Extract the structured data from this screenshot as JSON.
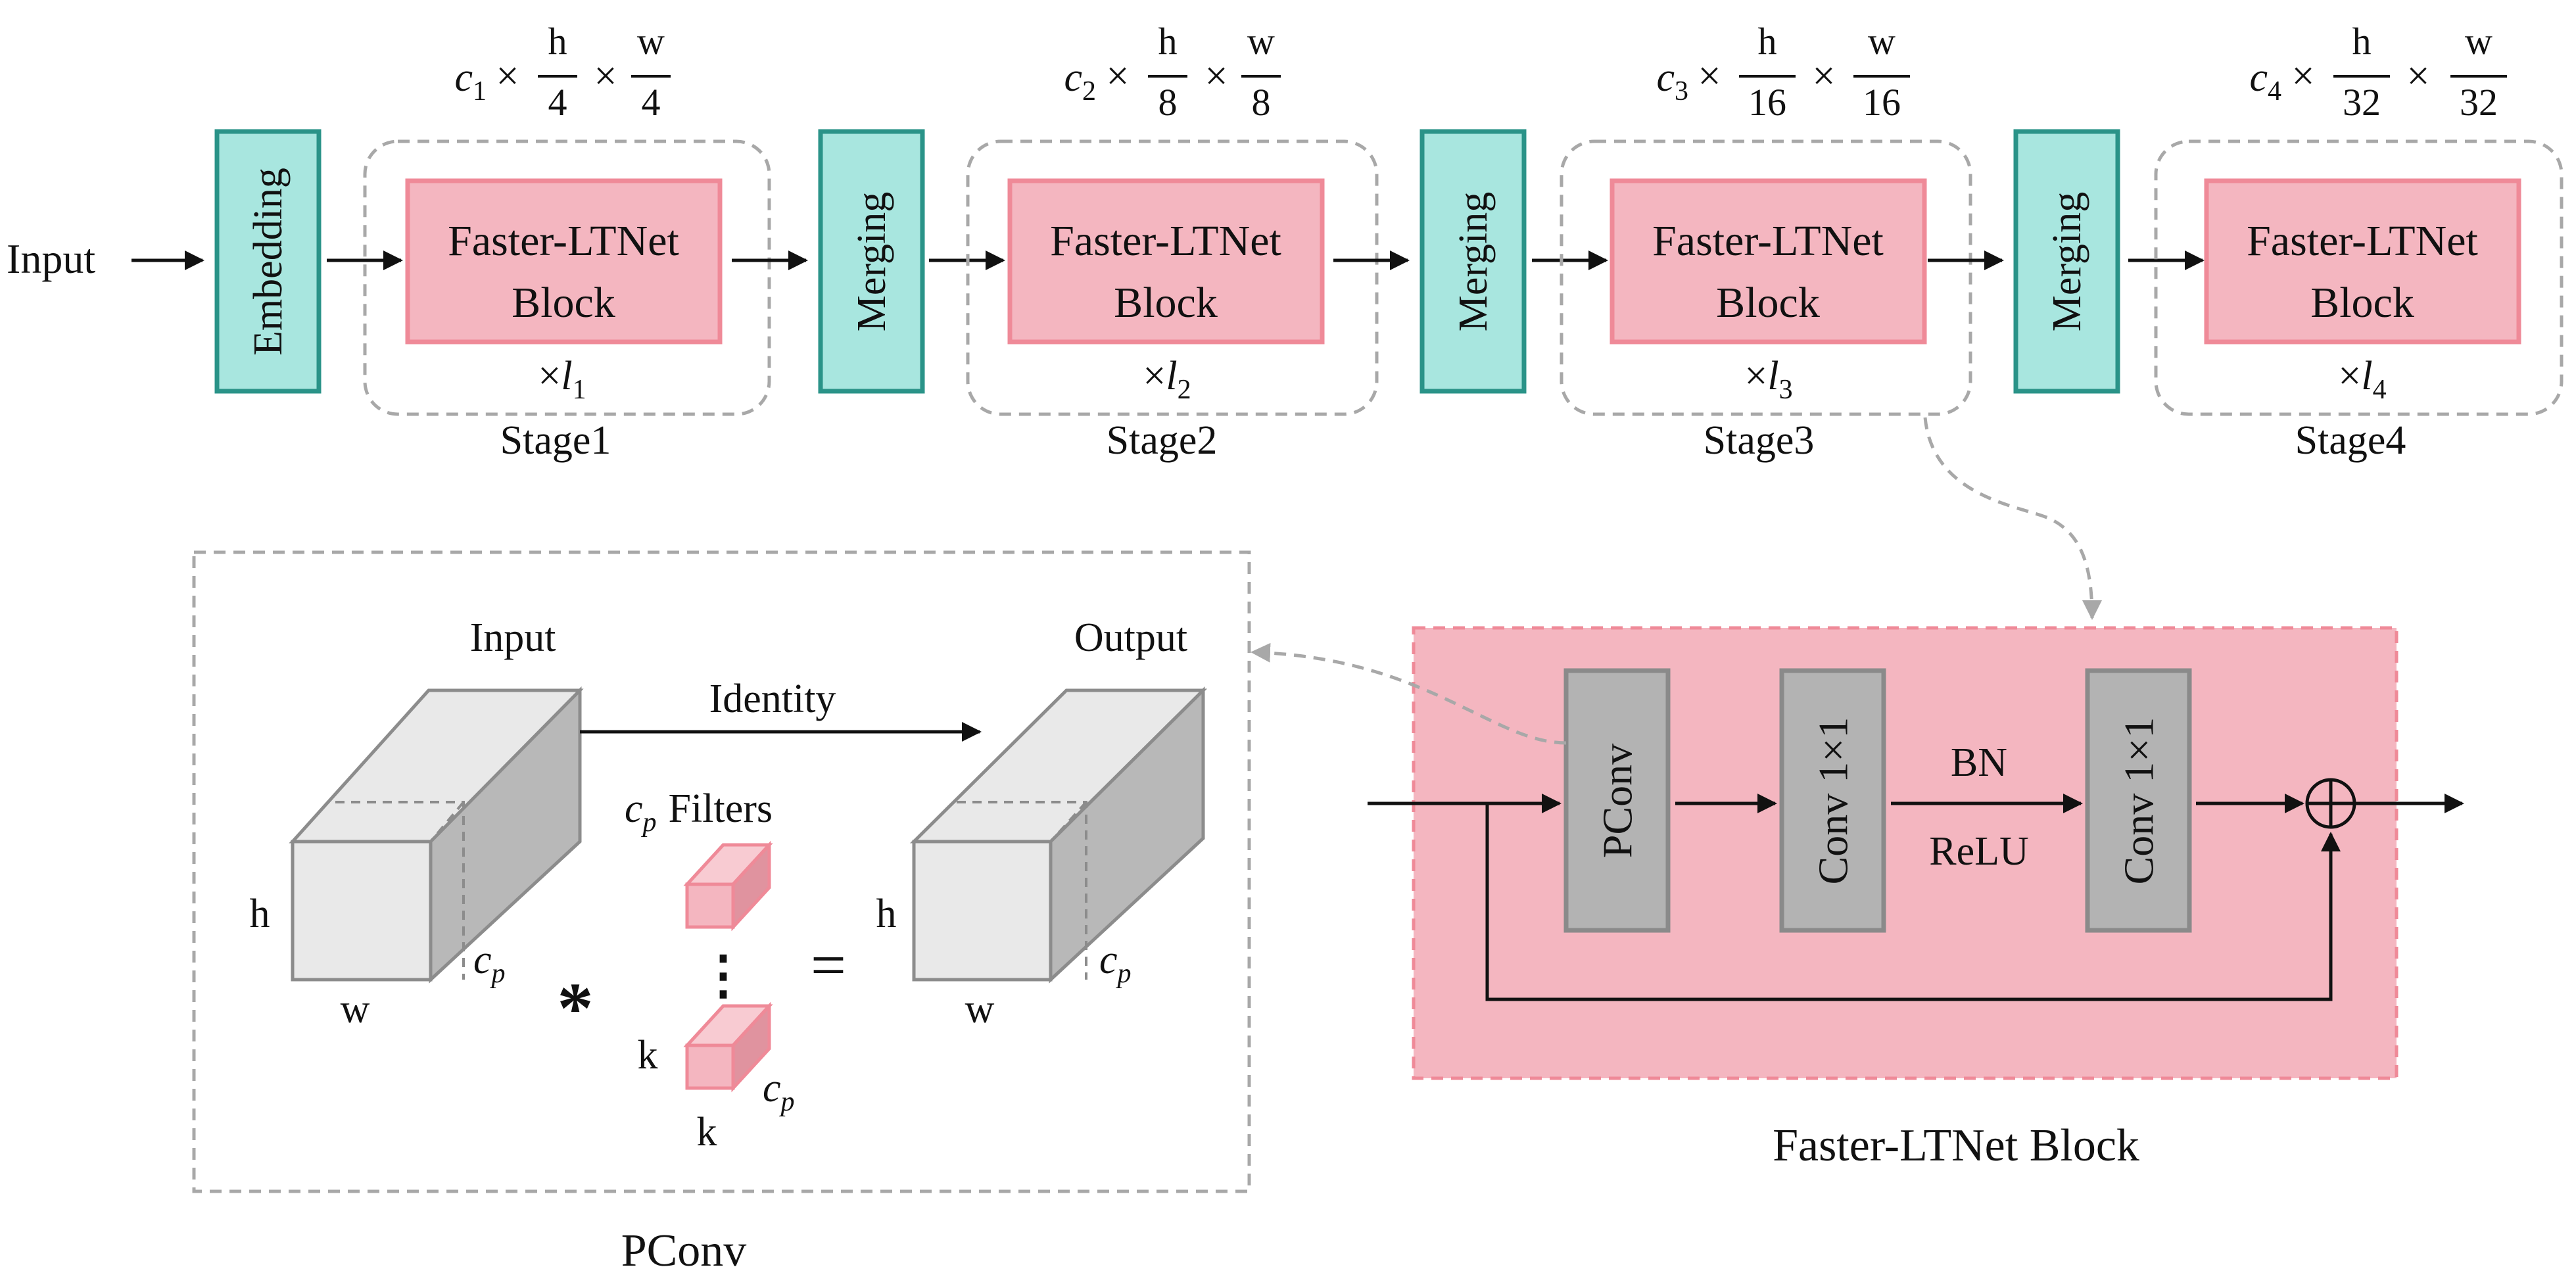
{
  "pipeline": {
    "input_label": "Input",
    "embedding_label": "Embedding",
    "merging_label": "Merging",
    "stages": [
      {
        "name": "Stage1",
        "block_line1": "Faster-LTNet",
        "block_line2": "Block",
        "repeat_prefix": "×",
        "repeat_var": "l",
        "repeat_sub": "1",
        "dim_c": "c",
        "dim_c_sub": "1",
        "dim_times": "×",
        "dim_h": "h",
        "dim_w": "w",
        "dim_den": "4"
      },
      {
        "name": "Stage2",
        "block_line1": "Faster-LTNet",
        "block_line2": "Block",
        "repeat_prefix": "×",
        "repeat_var": "l",
        "repeat_sub": "2",
        "dim_c": "c",
        "dim_c_sub": "2",
        "dim_times": "×",
        "dim_h": "h",
        "dim_w": "w",
        "dim_den": "8"
      },
      {
        "name": "Stage3",
        "block_line1": "Faster-LTNet",
        "block_line2": "Block",
        "repeat_prefix": "×",
        "repeat_var": "l",
        "repeat_sub": "3",
        "dim_c": "c",
        "dim_c_sub": "3",
        "dim_times": "×",
        "dim_h": "h",
        "dim_w": "w",
        "dim_den": "16"
      },
      {
        "name": "Stage4",
        "block_line1": "Faster-LTNet",
        "block_line2": "Block",
        "repeat_prefix": "×",
        "repeat_var": "l",
        "repeat_sub": "4",
        "dim_c": "c",
        "dim_c_sub": "4",
        "dim_times": "×",
        "dim_h": "h",
        "dim_w": "w",
        "dim_den": "32"
      }
    ]
  },
  "pconv": {
    "caption": "PConv",
    "input_label": "Input",
    "output_label": "Output",
    "identity_label": "Identity",
    "filters_var": "c",
    "filters_sub": "p",
    "filters_word": "Filters",
    "h_label": "h",
    "w_label": "w",
    "cp_var": "c",
    "cp_sub": "p",
    "k_label": "k",
    "conv_symbol": "*",
    "equals_symbol": "=",
    "dots": "⋮"
  },
  "block_detail": {
    "caption": "Faster-LTNet Block",
    "pconv_label": "PConv",
    "conv1_label": "Conv 1×1",
    "conv2_label": "Conv 1×1",
    "bn_label": "BN",
    "relu_label": "ReLU",
    "add_symbol": "⊕"
  },
  "colors": {
    "teal_fill": "#a8e6df",
    "teal_stroke": "#2a9388",
    "pink_fill": "#f4b6c0",
    "pink_stroke": "#ef8a98",
    "gray_box": "#b3b3b3",
    "dash": "#a8a8a8"
  }
}
